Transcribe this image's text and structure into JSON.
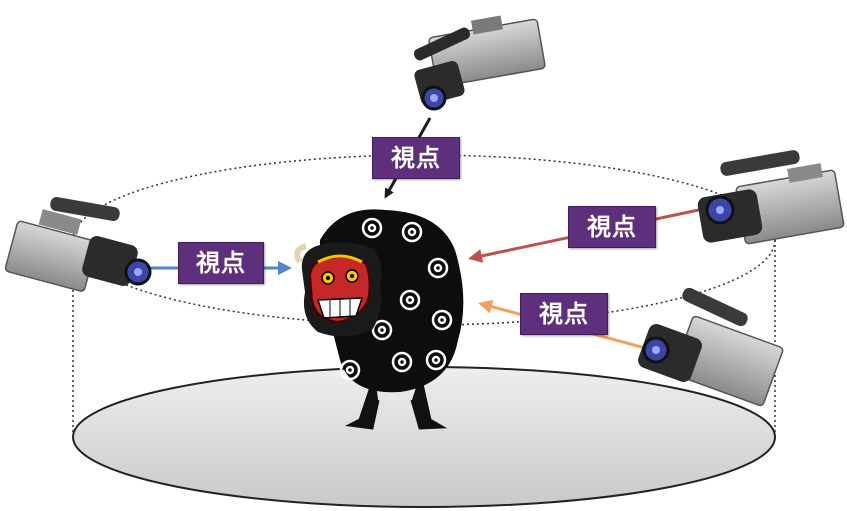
{
  "labels": {
    "viewpoint_top": "視点",
    "viewpoint_left": "視点",
    "viewpoint_right_upper": "視点",
    "viewpoint_right_lower": "視点"
  },
  "colors": {
    "label_bg": "#5e2f7c",
    "label_text": "#ffffff",
    "arrow_top": "#1a1a1a",
    "arrow_left": "#4f86c6",
    "arrow_right_upper": "#c0504d",
    "arrow_right_lower": "#f2a15a",
    "stage_floor": "#d9d9d9"
  },
  "icons": {
    "camera": "video-camera-icon",
    "performer": "shishimai-lion-dancer"
  }
}
